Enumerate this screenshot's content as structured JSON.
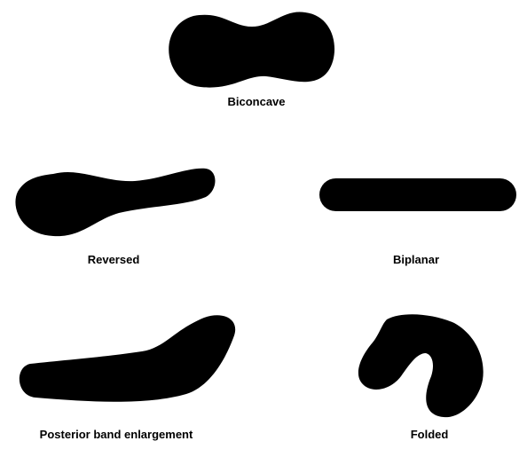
{
  "figure": {
    "ink_color": "#000000",
    "background_color": "#ffffff",
    "shapes": [
      {
        "label": "Biconcave"
      },
      {
        "label": "Reversed"
      },
      {
        "label": "Biplanar"
      },
      {
        "label": "Posterior band enlargement"
      },
      {
        "label": "Folded"
      }
    ]
  }
}
